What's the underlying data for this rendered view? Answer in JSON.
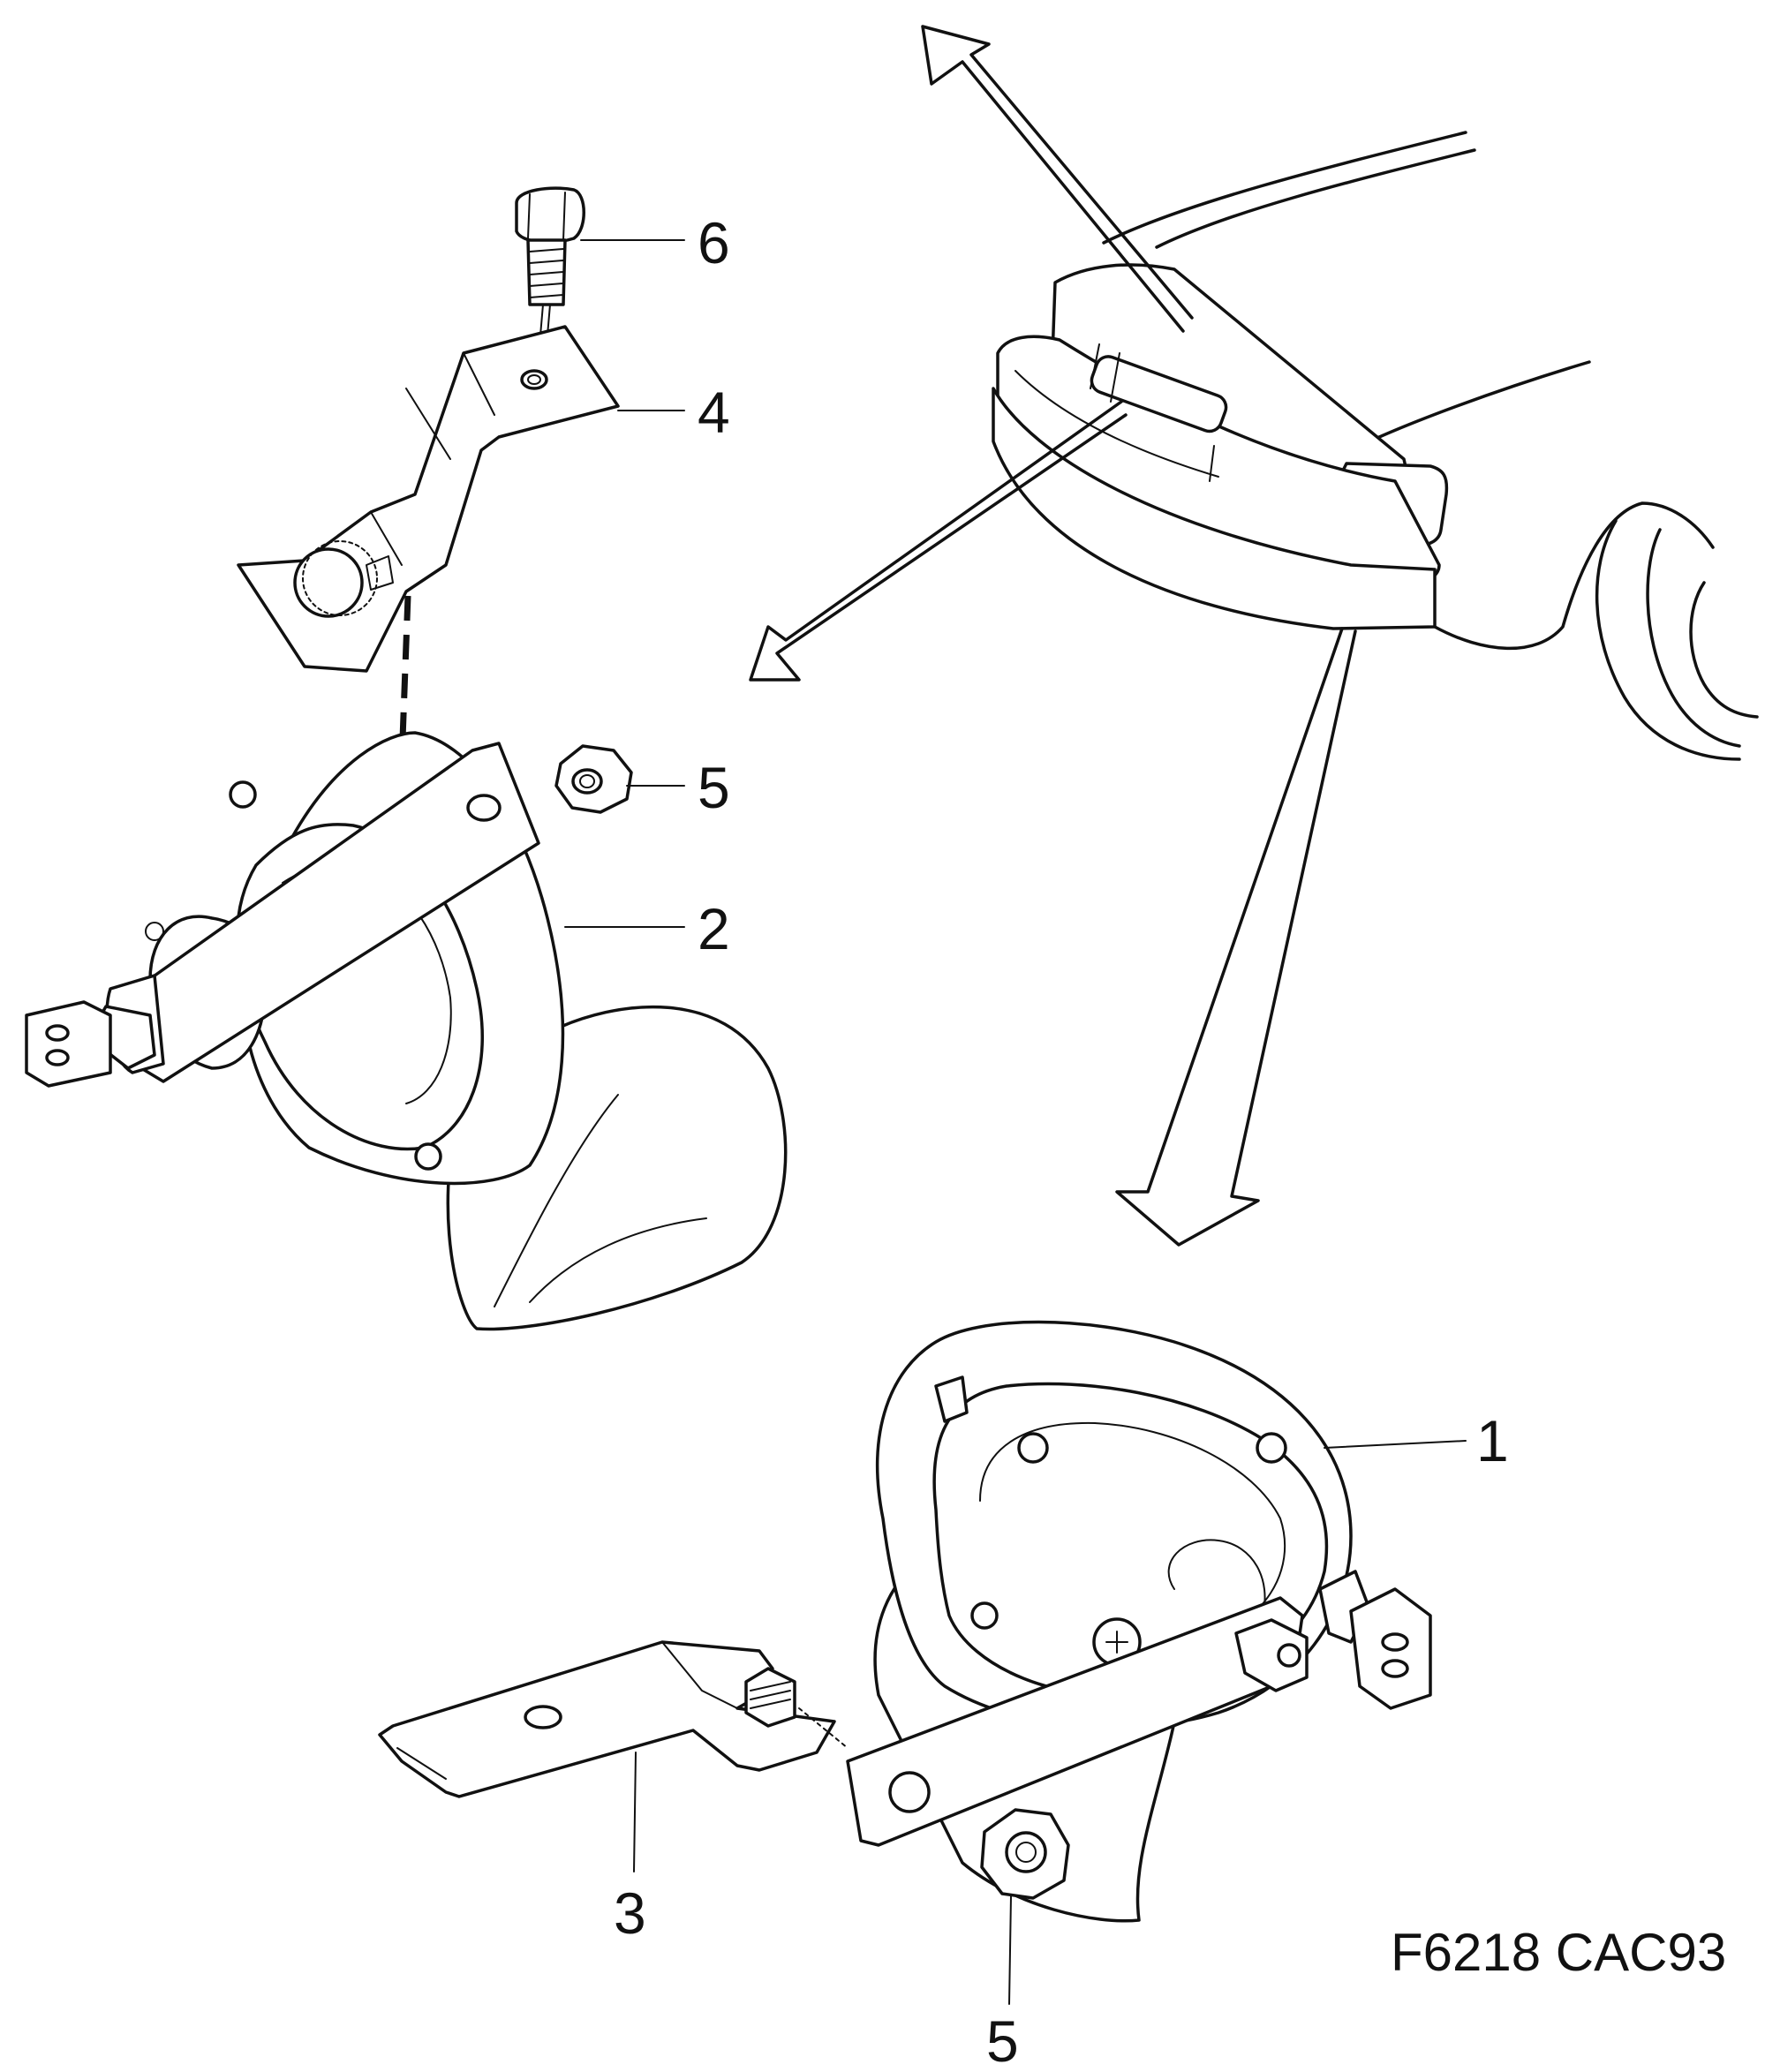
{
  "figure": {
    "code": "F6218 CAC93",
    "callouts": [
      "6",
      "4",
      "5",
      "2",
      "1",
      "3",
      "5"
    ]
  },
  "parts": [
    {
      "number": "1",
      "depicts": "horn-round"
    },
    {
      "number": "2",
      "depicts": "horn-trumpet"
    },
    {
      "number": "3",
      "depicts": "bracket-lower"
    },
    {
      "number": "4",
      "depicts": "bracket-upper"
    },
    {
      "number": "5",
      "depicts": "nut"
    },
    {
      "number": "6",
      "depicts": "bolt"
    }
  ]
}
